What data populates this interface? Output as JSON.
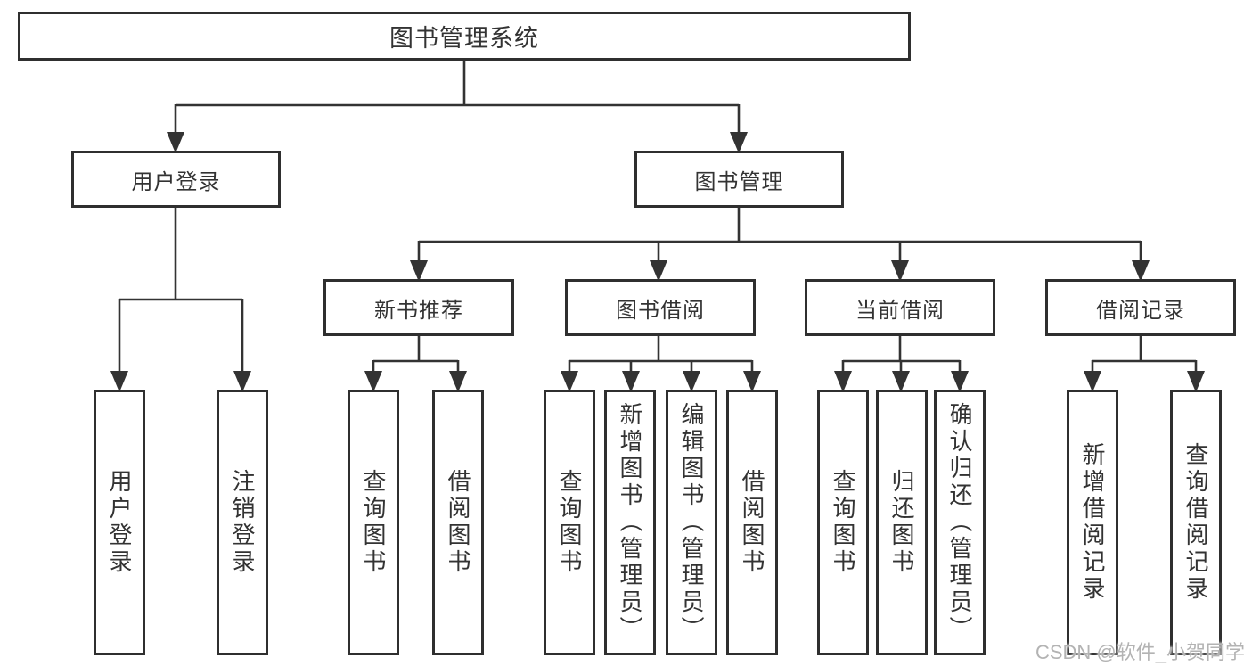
{
  "diagram": {
    "root": "图书管理系统",
    "login": {
      "label": "用户登录",
      "children": [
        "用户登录",
        "注销登录"
      ]
    },
    "mgmt": {
      "label": "图书管理",
      "sections": [
        {
          "label": "新书推荐",
          "children": [
            "查询图书",
            "借阅图书"
          ]
        },
        {
          "label": "图书借阅",
          "children": [
            "查询图书",
            "新增图书（管理员）",
            "编辑图书（管理员）",
            "借阅图书"
          ]
        },
        {
          "label": "当前借阅",
          "children": [
            "查询图书",
            "归还图书",
            "确认归还（管理员）"
          ]
        },
        {
          "label": "借阅记录",
          "children": [
            "新增借阅记录",
            "查询借阅记录"
          ]
        }
      ]
    }
  },
  "watermark": "CSDN @软件_小贺同学",
  "colors": {
    "line": "#333333",
    "border": "#2f2f2f",
    "text": "#333333",
    "watermark": "#b3b3b3",
    "background": "#ffffff"
  }
}
